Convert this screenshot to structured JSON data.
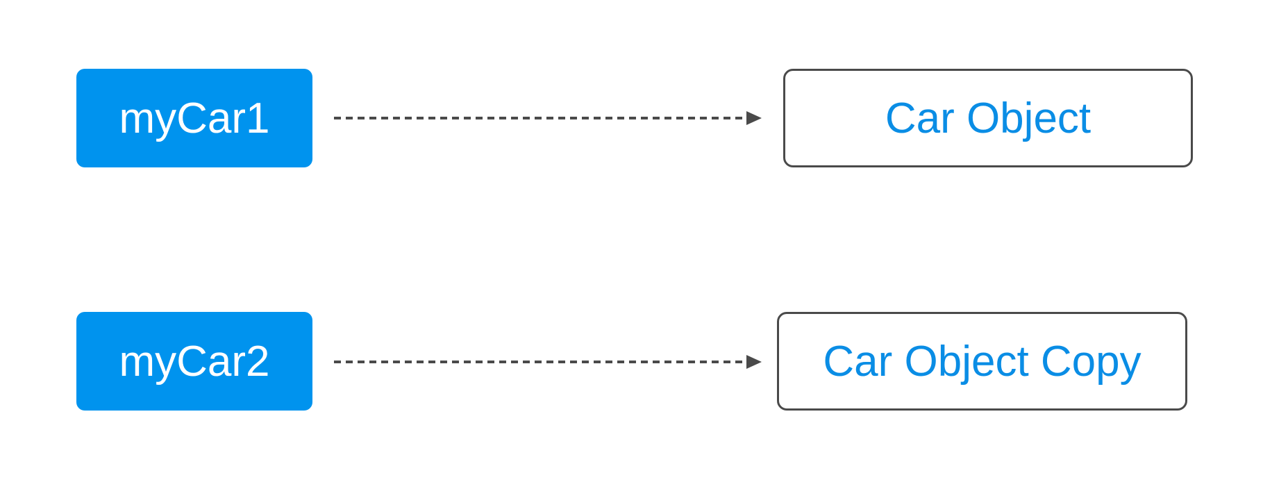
{
  "colors": {
    "variable_fill": "#0093ee",
    "variable_text": "#ffffff",
    "object_border": "#4a4a4a",
    "object_text": "#0a8de5",
    "arrow": "#4a4a4a"
  },
  "rows": [
    {
      "variable": "myCar1",
      "object": "Car Object"
    },
    {
      "variable": "myCar2",
      "object": "Car Object Copy"
    }
  ]
}
